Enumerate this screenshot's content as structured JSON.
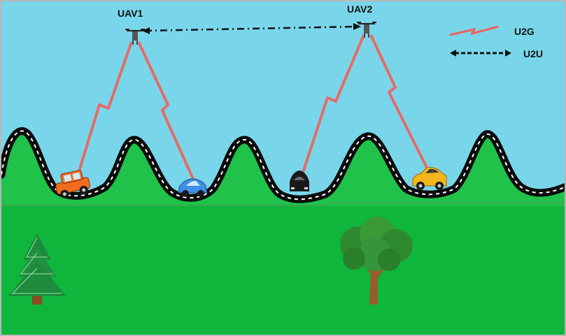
{
  "uav1": {
    "label": "UAV1"
  },
  "uav2": {
    "label": "UAV2"
  },
  "legend": {
    "u2g": {
      "label": "U2G",
      "color": "#f0605a"
    },
    "u2u": {
      "label": "U2U",
      "color": "#111111"
    }
  },
  "colors": {
    "sky": "#79d6ea",
    "ground": "#0eb63c",
    "hill": "#20c24a",
    "road": "#0b0b0b",
    "road_dash": "#ffffff",
    "link": "#f0605a"
  },
  "vehicles": [
    {
      "name": "orange-car",
      "color": "#f26c1e"
    },
    {
      "name": "blue-car",
      "color": "#3f8fe6"
    },
    {
      "name": "black-car",
      "color": "#1a1a1a"
    },
    {
      "name": "yellow-car",
      "color": "#f5b51c"
    }
  ]
}
